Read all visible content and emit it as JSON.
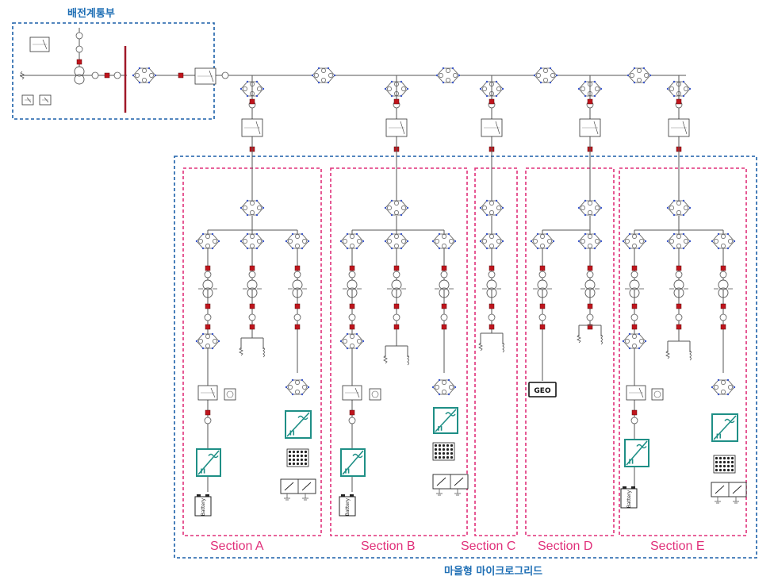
{
  "titles": {
    "distribution": "배전계통부",
    "microgrid": "마을형 마이크로그리드"
  },
  "colors": {
    "title_blue": "#1f6fb5",
    "dashed_blue": "#1a5fa8",
    "dashed_pink": "#e0307a",
    "section_label": "#e0307a",
    "bus_red": "#a01828",
    "breaker_red": "#c0141c",
    "inverter_teal": "#1f8f86",
    "wire": "#555555",
    "node_blue": "#3a55c8"
  },
  "sections": [
    {
      "id": "A",
      "label": "Section A"
    },
    {
      "id": "B",
      "label": "Section B"
    },
    {
      "id": "C",
      "label": "Section C"
    },
    {
      "id": "D",
      "label": "Section D"
    },
    {
      "id": "E",
      "label": "Section E"
    }
  ],
  "device_labels": {
    "geo": "GEO",
    "battery": "Battery"
  }
}
